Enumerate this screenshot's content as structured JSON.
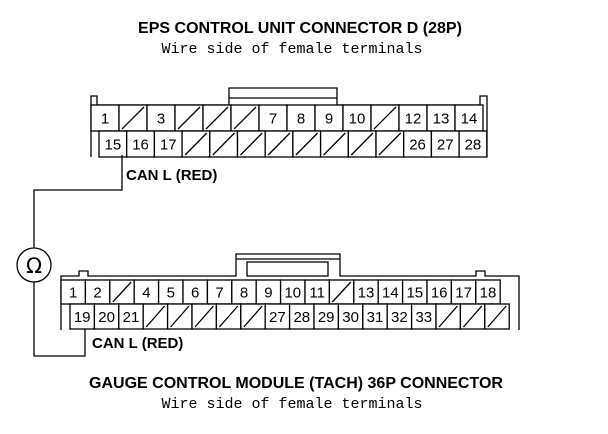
{
  "connector_d": {
    "title": "EPS CONTROL UNIT CONNECTOR D (28P)",
    "subtitle": "Wire side of female terminals",
    "top_row": [
      "1",
      "",
      "3",
      "",
      "",
      "",
      "7",
      "8",
      "9",
      "10",
      "",
      "12",
      "13",
      "14"
    ],
    "bottom_row": [
      "15",
      "16",
      "17",
      "",
      "",
      "",
      "",
      "",
      "",
      "",
      "",
      "26",
      "27",
      "28"
    ],
    "probe_label": "CAN L (RED)"
  },
  "gauge_connector": {
    "title": "GAUGE CONTROL MODULE (TACH) 36P CONNECTOR",
    "subtitle": "Wire side of female terminals",
    "top_row": [
      "1",
      "2",
      "",
      "4",
      "5",
      "6",
      "7",
      "8",
      "9",
      "10",
      "11",
      "",
      "13",
      "14",
      "15",
      "16",
      "17",
      "18"
    ],
    "bottom_row": [
      "19",
      "20",
      "21",
      "",
      "",
      "",
      "",
      "",
      "27",
      "28",
      "29",
      "30",
      "31",
      "32",
      "33",
      "",
      "",
      ""
    ],
    "probe_label": "CAN L (RED)"
  },
  "meter": {
    "symbol": "Ω"
  }
}
